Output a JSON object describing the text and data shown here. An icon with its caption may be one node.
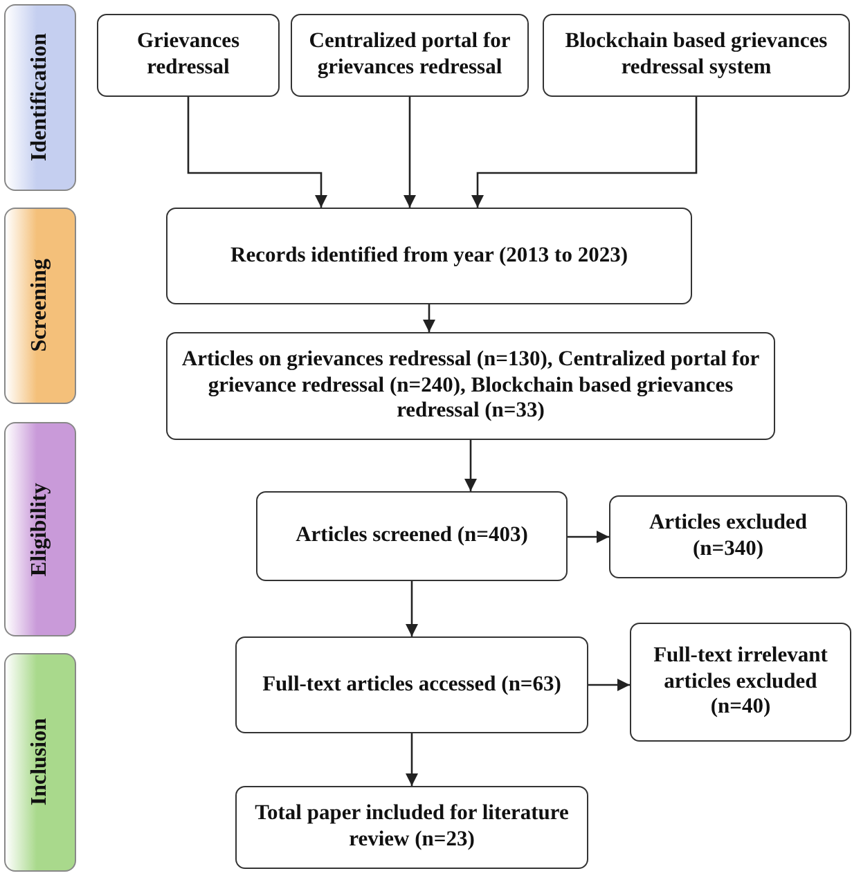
{
  "diagram": {
    "nodes": [
      {
        "text": [
          "Identification"
        ]
      },
      {
        "text": [
          "Grievances redressal"
        ]
      },
      {
        "text": [
          "Centralized portal for grievances redressal"
        ]
      },
      {
        "text": [
          "Blockchain based grievances redressal system"
        ]
      },
      {
        "text": [
          "Screening"
        ]
      },
      {
        "text": [
          "Records identified from year (2013 to 2023)"
        ]
      },
      {
        "text": [
          "Articles on grievances redressal (n=130), Centralized portal for grievance redressal (n=240), Blockchain based grievances redressal (n=33)"
        ]
      },
      {
        "text": [
          "Eligibility"
        ]
      },
      {
        "text": [
          "Articles screened (n=403)"
        ]
      },
      {
        "text": [
          "Articles excluded (n=340)"
        ]
      },
      {
        "text": [
          "Full-text articles accessed (n=63)"
        ]
      },
      {
        "text": [
          "Full-text irrelevant articles excluded (n=40)"
        ]
      },
      {
        "text": [
          "Inclusion"
        ]
      },
      {
        "text": [
          "Total paper included for literature review (n=23)"
        ]
      }
    ],
    "edges": [
      {
        "from": 1,
        "to": 5,
        "arrow": "to"
      },
      {
        "from": 2,
        "to": 5,
        "arrow": "to"
      },
      {
        "from": 3,
        "to": 5,
        "arrow": "to"
      },
      {
        "from": 5,
        "to": 6,
        "arrow": "to"
      },
      {
        "from": 6,
        "to": 8,
        "arrow": "to"
      },
      {
        "from": 8,
        "to": 9,
        "arrow": "to"
      },
      {
        "from": 8,
        "to": 10,
        "arrow": "to"
      },
      {
        "from": 10,
        "to": 11,
        "arrow": "to"
      },
      {
        "from": 10,
        "to": 13,
        "arrow": "to"
      }
    ]
  }
}
